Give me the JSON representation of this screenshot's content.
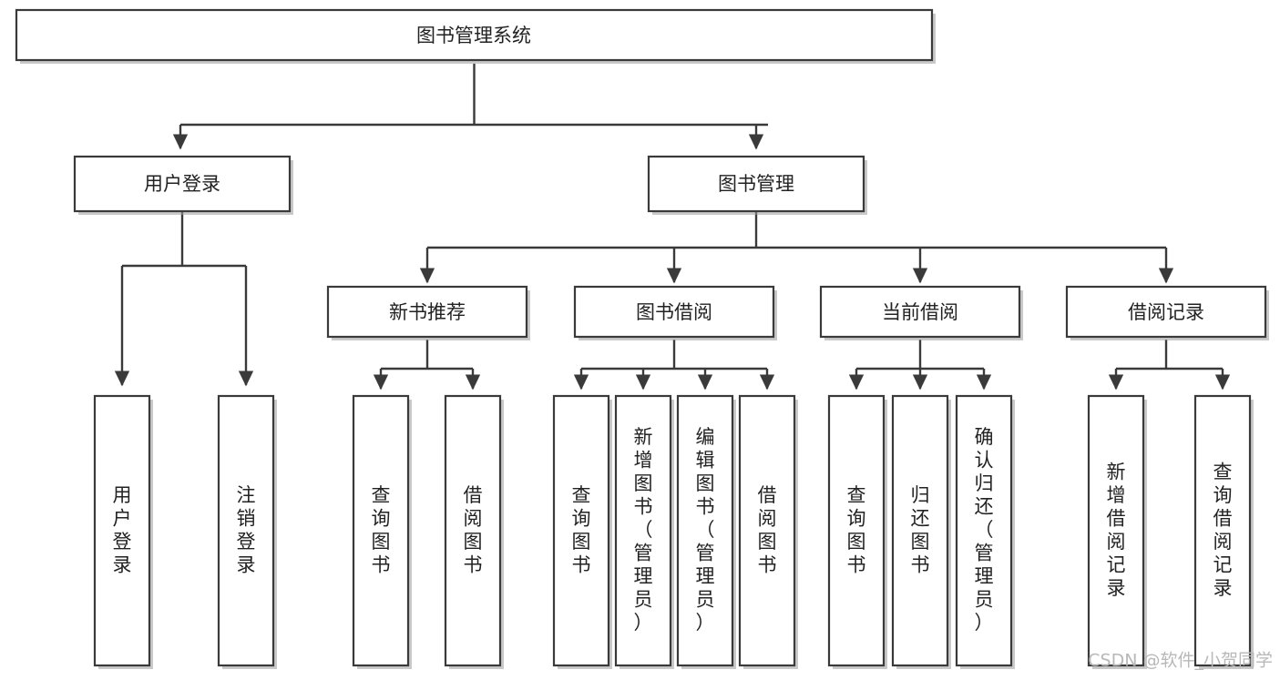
{
  "diagram": {
    "title": "图书管理系统",
    "watermark": "CSDN @软件_小贺同学",
    "colors": {
      "stroke": "#3a3a3a",
      "fill": "#ffffff",
      "text": "#222222",
      "watermark": "#b8b8b8",
      "shadow": "#9c9c9c"
    },
    "root": {
      "label": "图书管理系统",
      "orientation": "horizontal"
    },
    "level1": [
      {
        "id": "user-login",
        "label": "用户登录",
        "orientation": "horizontal"
      },
      {
        "id": "book-manage",
        "label": "图书管理",
        "orientation": "horizontal"
      }
    ],
    "level2": [
      {
        "id": "new-book-recommend",
        "label": "新书推荐",
        "parent": "book-manage",
        "orientation": "horizontal"
      },
      {
        "id": "book-borrow",
        "label": "图书借阅",
        "parent": "book-manage",
        "orientation": "horizontal"
      },
      {
        "id": "current-borrow",
        "label": "当前借阅",
        "parent": "book-manage",
        "orientation": "horizontal"
      },
      {
        "id": "borrow-record",
        "label": "借阅记录",
        "parent": "book-manage",
        "orientation": "horizontal"
      }
    ],
    "leaves": [
      {
        "id": "leaf-user-login",
        "label": "用户登录",
        "parent": "user-login",
        "orientation": "vertical"
      },
      {
        "id": "leaf-user-logout",
        "label": "注销登录",
        "parent": "user-login",
        "orientation": "vertical"
      },
      {
        "id": "leaf-query-book-1",
        "label": "查询图书",
        "parent": "new-book-recommend",
        "orientation": "vertical"
      },
      {
        "id": "leaf-borrow-book-1",
        "label": "借阅图书",
        "parent": "new-book-recommend",
        "orientation": "vertical"
      },
      {
        "id": "leaf-query-book-2",
        "label": "查询图书",
        "parent": "book-borrow",
        "orientation": "vertical"
      },
      {
        "id": "leaf-add-book",
        "label": "新增图书（管理员）",
        "parent": "book-borrow",
        "orientation": "vertical"
      },
      {
        "id": "leaf-edit-book",
        "label": "编辑图书（管理员）",
        "parent": "book-borrow",
        "orientation": "vertical"
      },
      {
        "id": "leaf-borrow-book-2",
        "label": "借阅图书",
        "parent": "book-borrow",
        "orientation": "vertical"
      },
      {
        "id": "leaf-query-book-3",
        "label": "查询图书",
        "parent": "current-borrow",
        "orientation": "vertical"
      },
      {
        "id": "leaf-return-book",
        "label": "归还图书",
        "parent": "current-borrow",
        "orientation": "vertical"
      },
      {
        "id": "leaf-confirm-return",
        "label": "确认归还（管理员）",
        "parent": "current-borrow",
        "orientation": "vertical"
      },
      {
        "id": "leaf-add-record",
        "label": "新增借阅记录",
        "parent": "borrow-record",
        "orientation": "vertical"
      },
      {
        "id": "leaf-query-record",
        "label": "查询借阅记录",
        "parent": "borrow-record",
        "orientation": "vertical"
      }
    ]
  }
}
